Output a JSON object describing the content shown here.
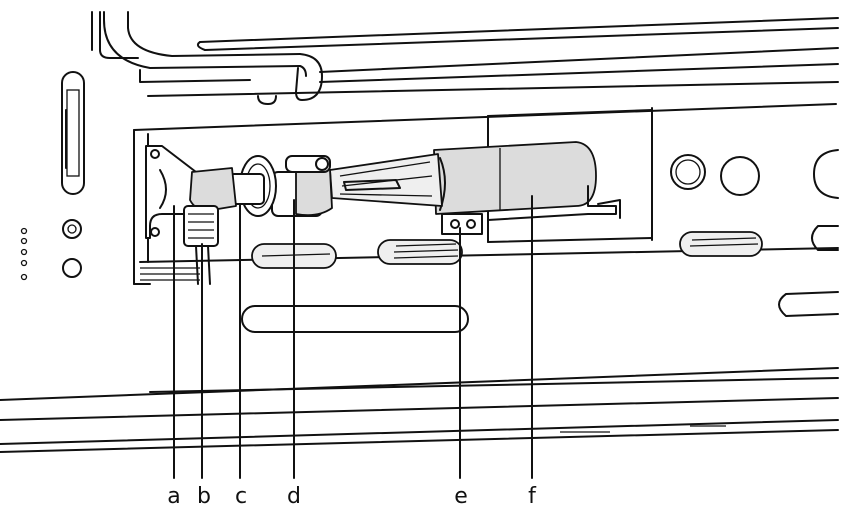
{
  "callouts": [
    {
      "id": "a",
      "label": "a"
    },
    {
      "id": "b",
      "label": "b"
    },
    {
      "id": "c",
      "label": "c"
    },
    {
      "id": "d",
      "label": "d"
    },
    {
      "id": "e",
      "label": "e"
    },
    {
      "id": "f",
      "label": "f"
    }
  ]
}
